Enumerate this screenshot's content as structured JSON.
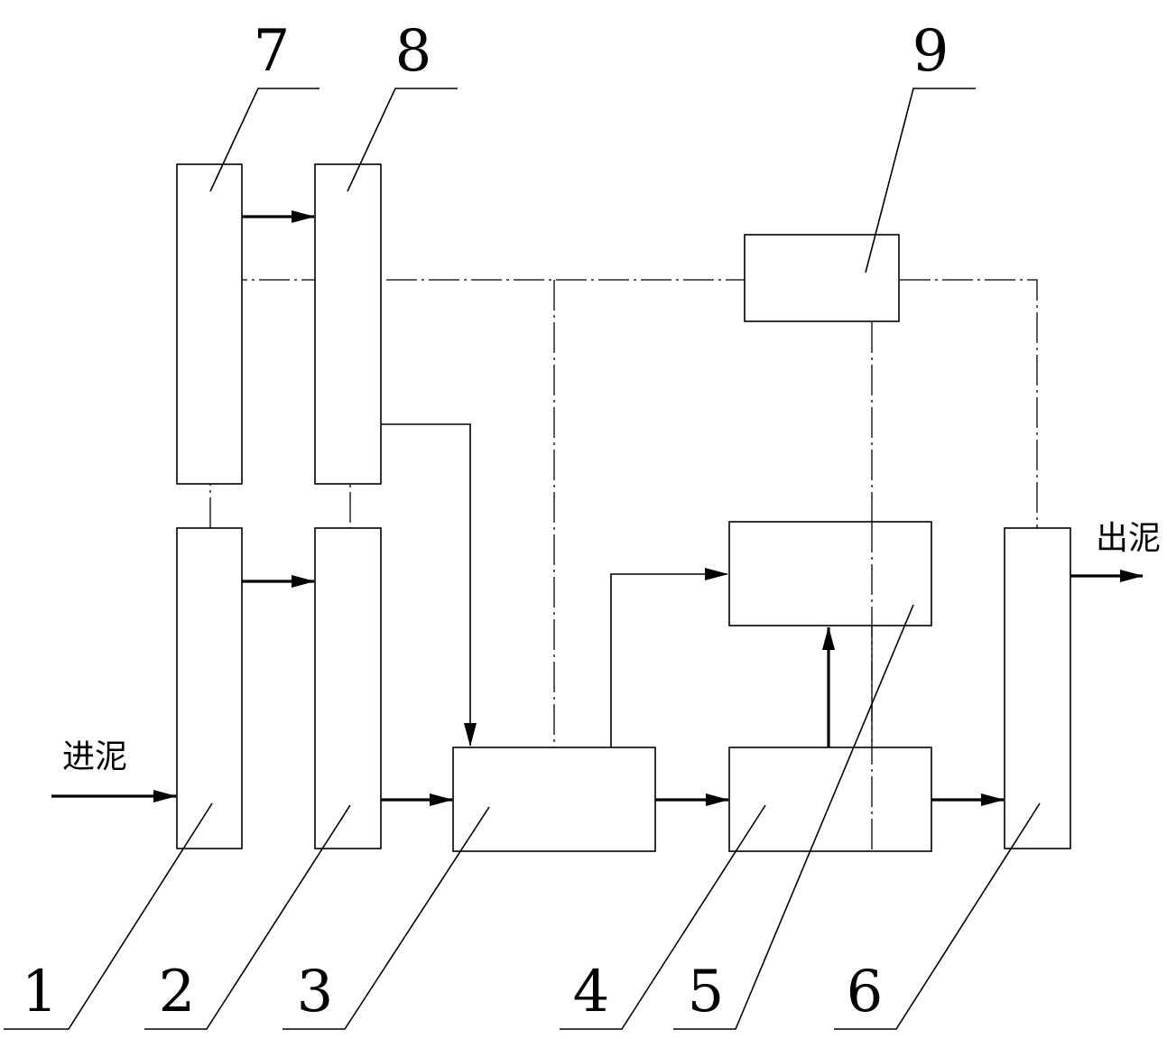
{
  "diagram": {
    "callouts": {
      "c1": "1",
      "c2": "2",
      "c3": "3",
      "c4": "4",
      "c5": "5",
      "c6": "6",
      "c7": "7",
      "c8": "8",
      "c9": "9"
    },
    "labels": {
      "inlet": "进泥",
      "outlet": "出泥"
    },
    "colors": {
      "ink": "#000000",
      "background": "#ffffff"
    }
  }
}
